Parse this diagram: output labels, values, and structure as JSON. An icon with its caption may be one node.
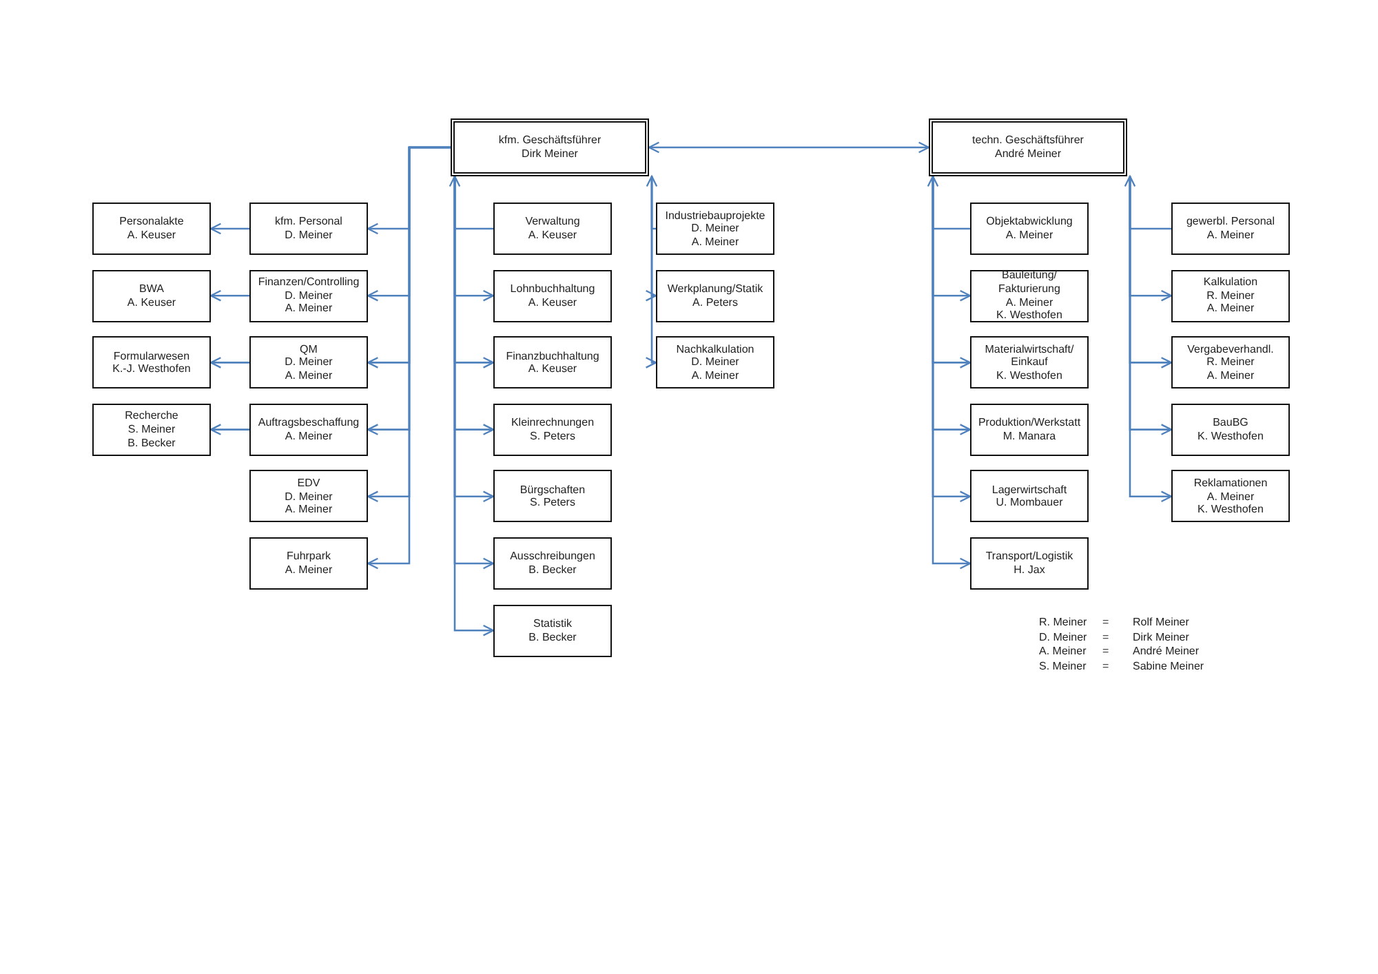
{
  "diagram": {
    "nodes": [
      {
        "text": [
          "kfm. Geschäftsführer",
          "Dirk Meiner"
        ]
      },
      {
        "text": [
          "techn. Geschäftsführer",
          "André Meiner"
        ]
      },
      {
        "text": [
          "kfm. Personal",
          "D. Meiner"
        ]
      },
      {
        "text": [
          "Finanzen/Controlling",
          "D. Meiner",
          "A. Meiner"
        ]
      },
      {
        "text": [
          "QM",
          "D. Meiner",
          "A. Meiner"
        ]
      },
      {
        "text": [
          "Auftragsbeschaffung",
          "A. Meiner"
        ]
      },
      {
        "text": [
          "EDV",
          "D. Meiner",
          "A. Meiner"
        ]
      },
      {
        "text": [
          "Fuhrpark",
          "A. Meiner"
        ]
      },
      {
        "text": [
          "Personalakte",
          "A. Keuser"
        ]
      },
      {
        "text": [
          "BWA",
          "A. Keuser"
        ]
      },
      {
        "text": [
          "Formularwesen",
          "K.-J. Westhofen"
        ]
      },
      {
        "text": [
          "Recherche",
          "S. Meiner",
          "B. Becker"
        ]
      },
      {
        "text": [
          "Verwaltung",
          "A. Keuser"
        ]
      },
      {
        "text": [
          "Lohnbuchhaltung",
          "A. Keuser"
        ]
      },
      {
        "text": [
          "Finanzbuchhaltung",
          "A. Keuser"
        ]
      },
      {
        "text": [
          "Kleinrechnungen",
          "S. Peters"
        ]
      },
      {
        "text": [
          "Bürgschaften",
          "S. Peters"
        ]
      },
      {
        "text": [
          "Ausschreibungen",
          "B. Becker"
        ]
      },
      {
        "text": [
          "Statistik",
          "B. Becker"
        ]
      },
      {
        "text": [
          "Industriebauprojekte",
          "D. Meiner",
          "A. Meiner"
        ]
      },
      {
        "text": [
          "Werkplanung/Statik",
          "A. Peters"
        ]
      },
      {
        "text": [
          "Nachkalkulation",
          "D. Meiner",
          "A. Meiner"
        ]
      },
      {
        "text": [
          "Objektabwicklung",
          "A. Meiner"
        ]
      },
      {
        "text": [
          "Bauleitung/ Fakturierung",
          "A. Meiner",
          "K. Westhofen"
        ]
      },
      {
        "text": [
          "Materialwirtschaft/ Einkauf",
          "K. Westhofen"
        ]
      },
      {
        "text": [
          "Produktion/Werkstatt",
          "M. Manara"
        ]
      },
      {
        "text": [
          "Lagerwirtschaft",
          "U. Mombauer"
        ]
      },
      {
        "text": [
          "Transport/Logistik",
          "H. Jax"
        ]
      },
      {
        "text": [
          "gewerbl. Personal",
          "A. Meiner"
        ]
      },
      {
        "text": [
          "Kalkulation",
          "R. Meiner",
          "A. Meiner"
        ]
      },
      {
        "text": [
          "Vergabeverhandl.",
          "R. Meiner",
          "A. Meiner"
        ]
      },
      {
        "text": [
          "BauBG",
          "K. Westhofen"
        ]
      },
      {
        "text": [
          "Reklamationen",
          "A. Meiner",
          "K. Westhofen"
        ]
      }
    ],
    "edges": [
      {
        "from": 0,
        "to": 1,
        "arrow": "both"
      },
      {
        "from": 0,
        "to": 2,
        "arrow": "to"
      },
      {
        "from": 0,
        "to": 3,
        "arrow": "to"
      },
      {
        "from": 0,
        "to": 4,
        "arrow": "to"
      },
      {
        "from": 0,
        "to": 5,
        "arrow": "to"
      },
      {
        "from": 0,
        "to": 6,
        "arrow": "to"
      },
      {
        "from": 0,
        "to": 7,
        "arrow": "to"
      },
      {
        "from": 2,
        "to": 8,
        "arrow": "to"
      },
      {
        "from": 3,
        "to": 9,
        "arrow": "to"
      },
      {
        "from": 4,
        "to": 10,
        "arrow": "to"
      },
      {
        "from": 5,
        "to": 11,
        "arrow": "to"
      },
      {
        "from": 12,
        "to": 0,
        "arrow": "to"
      },
      {
        "from": 0,
        "to": 13,
        "arrow": "to"
      },
      {
        "from": 0,
        "to": 14,
        "arrow": "to"
      },
      {
        "from": 0,
        "to": 15,
        "arrow": "to"
      },
      {
        "from": 0,
        "to": 16,
        "arrow": "to"
      },
      {
        "from": 0,
        "to": 17,
        "arrow": "to"
      },
      {
        "from": 0,
        "to": 18,
        "arrow": "to"
      },
      {
        "from": 19,
        "to": 0,
        "arrow": "to"
      },
      {
        "from": 0,
        "to": 20,
        "arrow": "to"
      },
      {
        "from": 0,
        "to": 21,
        "arrow": "to"
      },
      {
        "from": 22,
        "to": 1,
        "arrow": "to"
      },
      {
        "from": 1,
        "to": 23,
        "arrow": "to"
      },
      {
        "from": 1,
        "to": 24,
        "arrow": "to"
      },
      {
        "from": 1,
        "to": 25,
        "arrow": "to"
      },
      {
        "from": 1,
        "to": 26,
        "arrow": "to"
      },
      {
        "from": 1,
        "to": 27,
        "arrow": "to"
      },
      {
        "from": 28,
        "to": 1,
        "arrow": "to"
      },
      {
        "from": 1,
        "to": 29,
        "arrow": "to"
      },
      {
        "from": 1,
        "to": 30,
        "arrow": "to"
      },
      {
        "from": 1,
        "to": 31,
        "arrow": "to"
      },
      {
        "from": 1,
        "to": 32,
        "arrow": "to"
      }
    ],
    "labels": [
      "R. Meiner",
      "=",
      "Rolf Meiner",
      "D. Meiner",
      "=",
      "Dirk Meiner",
      "A. Meiner",
      "=",
      "André Meiner",
      "S. Meiner",
      "=",
      "Sabine Meiner"
    ]
  }
}
